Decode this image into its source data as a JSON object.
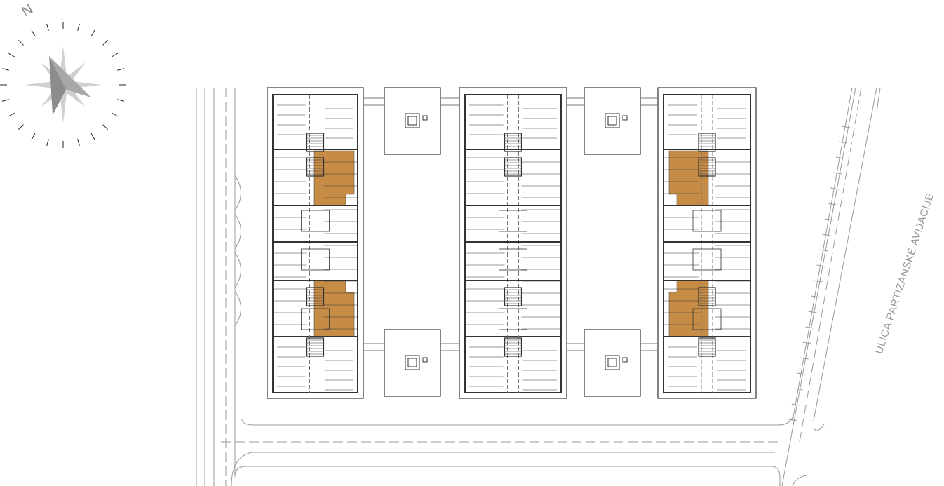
{
  "compass": {
    "north_label": "N",
    "icon": "compass-rose-icon"
  },
  "street": {
    "label": "ULICA PARTIZANSKE AVIJACIJE"
  },
  "colors": {
    "highlight": "#c68c45",
    "wall": "#333333",
    "street_line": "#999999",
    "compass_dark": "#8c8c8c",
    "compass_mid": "#a8a8a8",
    "compass_light": "#d0d0d0"
  },
  "plan": {
    "buildings": [
      "west-block",
      "central-block",
      "east-block"
    ],
    "highlighted_units": 4
  }
}
